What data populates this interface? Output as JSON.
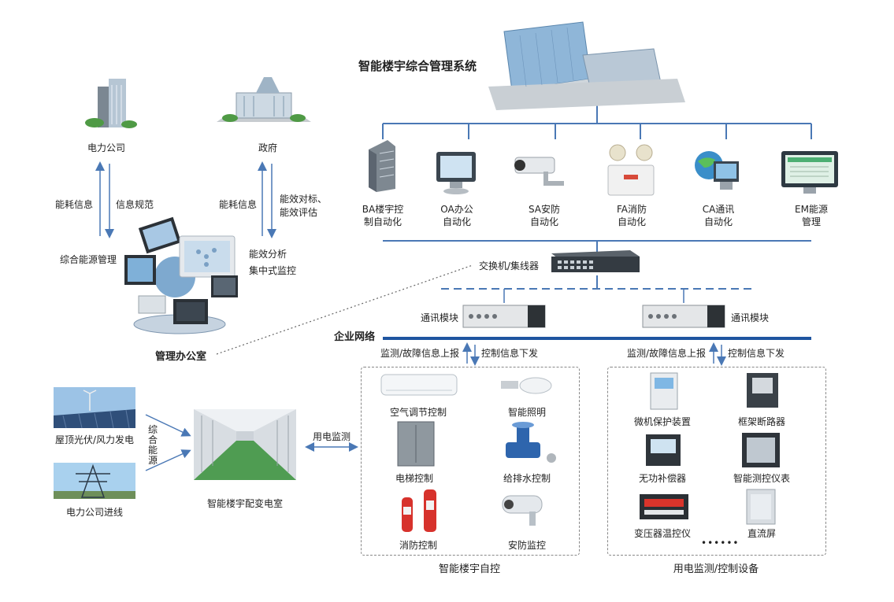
{
  "system_title": "智能楼宇综合管理系统",
  "subsystems": [
    {
      "line1": "BA楼宇控",
      "line2": "制自动化",
      "icon": "tower-building-icon"
    },
    {
      "line1": "OA办公",
      "line2": "自动化",
      "icon": "computer-monitor-icon"
    },
    {
      "line1": "SA安防",
      "line2": "自动化",
      "icon": "cctv-camera-icon"
    },
    {
      "line1": "FA消防",
      "line2": "自动化",
      "icon": "emergency-light-icon"
    },
    {
      "line1": "CA通讯",
      "line2": "自动化",
      "icon": "globe-network-icon"
    },
    {
      "line1": "EM能源",
      "line2": "管理",
      "icon": "energy-monitor-icon"
    }
  ],
  "switch_label": "交换机/集线器",
  "comm_module_label": "通讯模块",
  "enterprise_network": "企业网络",
  "report_label": "监测/故障信息上报",
  "control_label": "控制信息下发",
  "power_company": "电力公司",
  "government": "政府",
  "energy_info": "能耗信息",
  "info_regulation": "信息规范",
  "efficiency_benchmark": "能效对标、",
  "efficiency_eval": "能效评估",
  "integrated_energy": "综合能源管理",
  "efficiency_analysis": "能效分析",
  "centralized_monitor": "集中式监控",
  "office_room": "管理办公室",
  "rooftop_pv": "屋顶光伏/风力发电",
  "power_inlet": "电力公司进线",
  "integrated_energy_source": "综合能源",
  "substation": "智能楼宇配变电室",
  "power_monitor": "用电监测",
  "auto_control_group": {
    "title": "智能楼宇自控",
    "items": [
      "空气调节控制",
      "智能照明",
      "电梯控制",
      "给排水控制",
      "消防控制",
      "安防监控"
    ]
  },
  "device_group": {
    "title": "用电监测/控制设备",
    "items": [
      "微机保护装置",
      "框架断路器",
      "无功补偿器",
      "智能测控仪表",
      "变压器温控仪",
      "直流屏"
    ],
    "ellipsis": "••••••"
  }
}
